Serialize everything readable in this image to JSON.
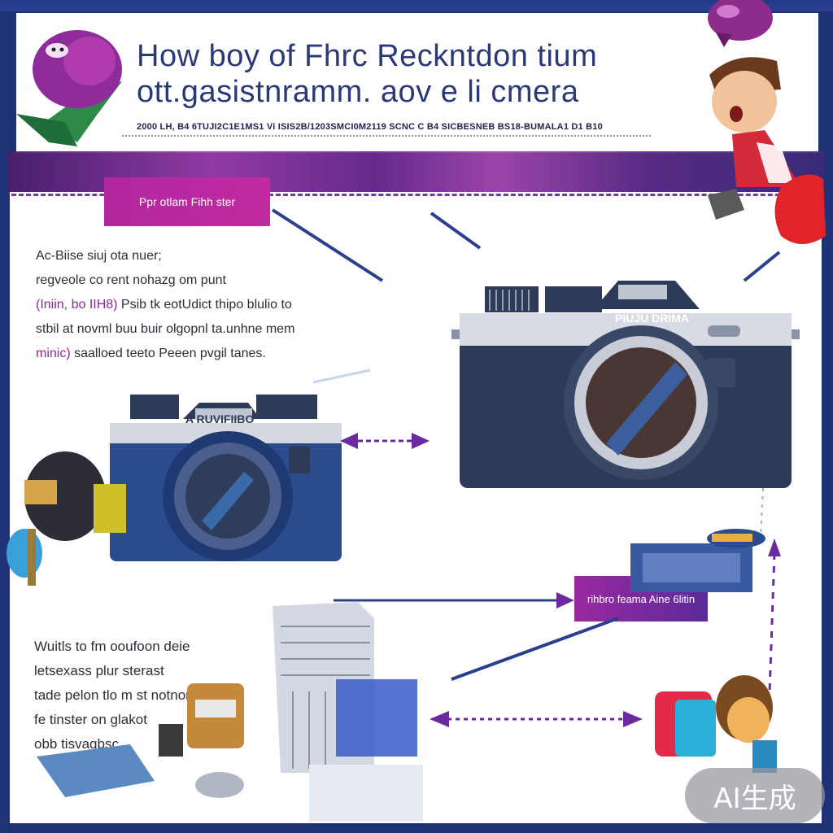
{
  "header": {
    "title_line_1": "How boy of Fhrc Reckntdon tium",
    "title_line_2": "ott.gasistnramm. aov e li cmera",
    "meta": "2000 LH, B4 6TUJI2C1E1MS1 Vi  ISIS2B/1203SMCI0M2119  SCNC C B4 SICBESNEB  BS18-BUMALA1 D1 B10"
  },
  "labels": {
    "top_tag": "Ppr otlam  Fihh ster",
    "mid_tag": "rihbro feama Aine 6litin"
  },
  "paragraph_a": [
    {
      "text": "Ac-Biise siuj ota nuer;",
      "accent": ""
    },
    {
      "text": "regveole co rent nohazg om punt",
      "accent": ""
    },
    {
      "text": " Psib tk eotUdict thipo blulio to",
      "accent": "(Iniin, bo IIH8)"
    },
    {
      "text": "stbil at novml buu buir olgopnl ta.unhne mem",
      "accent": ""
    },
    {
      "text": "  saalloed teeto  Peeen pvgil tanes.",
      "accent": "minic)"
    }
  ],
  "paragraph_b": [
    "Wuitls to fm ooufoon deie",
    "letsexass plur sterast",
    "tade pelon tlo m st notnor",
    "fe tinster on glakot",
    "obb tisvagbsc"
  ],
  "cameras": {
    "small_brand": "A RUVIFIIBO",
    "large_brand": "PIUJU DRIMA"
  },
  "watermark": "AI生成",
  "colors": {
    "border_blue": "#203478",
    "title_navy": "#2b3a77",
    "accent_magenta": "#b2279f",
    "arrow_purple": "#6c2aa0",
    "camera_blue": "#2a4b8c",
    "camera_navy": "#2d3a58"
  }
}
